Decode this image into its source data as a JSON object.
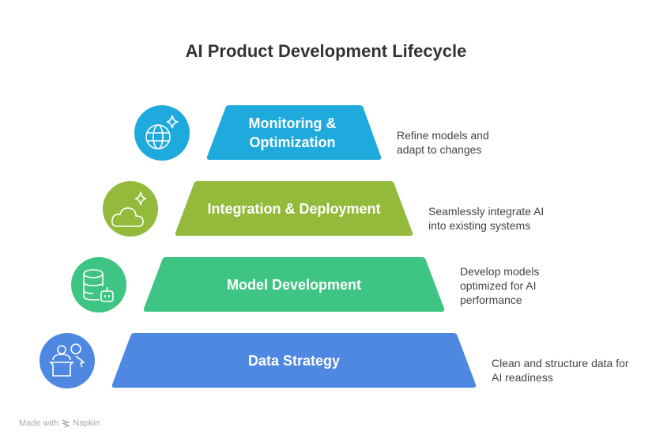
{
  "title": "AI Product Development Lifecycle",
  "tiers": [
    {
      "label": "Monitoring & Optimization",
      "description": "Refine models and adapt to changes",
      "icon": "globe-sparkle-icon",
      "color": "#1EAADC"
    },
    {
      "label": "Integration & Deployment",
      "description": "Seamlessly integrate AI into existing systems",
      "icon": "cloud-sparkle-icon",
      "color": "#93BA3A"
    },
    {
      "label": "Model Development",
      "description": "Develop models optimized for AI performance",
      "icon": "database-robot-icon",
      "color": "#3EC483"
    },
    {
      "label": "Data Strategy",
      "description": "Clean and structure data for AI readiness",
      "icon": "presenter-users-icon",
      "color": "#4E88E0"
    }
  ],
  "footer": {
    "made_with": "Made with",
    "brand": "Napkin"
  }
}
